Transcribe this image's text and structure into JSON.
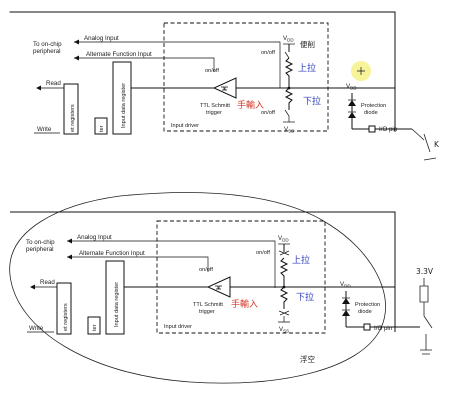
{
  "diagrams": [
    {
      "id": "top",
      "labels": {
        "to_onchip": "To on-chip",
        "peripheral": "peripheral",
        "analog_input": "Analog Input",
        "alt_function": "Alternate Function Input",
        "read": "Read",
        "write": "Write",
        "regs_vertical": "et registers",
        "ter_vertical": "ter",
        "input_data_register": "Input data register",
        "onoff_trigger": "on/off",
        "ttl_line1": "TTL Schmitt",
        "ttl_line2": "trigger",
        "input_driver": "Input driver",
        "onoff_top": "on/off",
        "onoff_bottom": "on/off",
        "vdd_left": "V",
        "vdd_left_sub": "DD",
        "vss_left": "V",
        "vss_left_sub": "SS",
        "vdd_right": "V",
        "vdd_right_sub": "DD",
        "protection_line1": "Protection",
        "protection_line2": "diode",
        "io_pin": "I/O pin"
      },
      "annotations": {
        "top_note": "便削",
        "pullup_note": "上拉",
        "pulldown_note": "下拉",
        "input_note": "手輸入",
        "switch_k": "K"
      }
    },
    {
      "id": "bottom",
      "labels": {
        "to_onchip": "To on-chip",
        "peripheral": "peripheral",
        "analog_input": "Analog Input",
        "alt_function": "Alternate Function Input",
        "read": "Read",
        "write": "Write",
        "regs_vertical": "et registers",
        "ter_vertical": "ter",
        "input_data_register": "Input data register",
        "onoff_trigger": "on/off",
        "ttl_line1": "TTL Schmitt",
        "ttl_line2": "trigger",
        "input_driver": "Input driver",
        "onoff_top": "on/off",
        "vdd_left": "V",
        "vdd_left_sub": "DD",
        "vss_left": "V",
        "vss_left_sub": "SS",
        "vdd_right": "V",
        "vdd_right_sub": "DD",
        "protection_line1": "Protection",
        "protection_line2": "diode",
        "io_pin": "I/O pin"
      },
      "annotations": {
        "pullup_note": "上拉",
        "pulldown_note": "下拉",
        "input_note": "手輸入",
        "floating_note": "浮空",
        "voltage_note": "3.3V"
      }
    }
  ]
}
